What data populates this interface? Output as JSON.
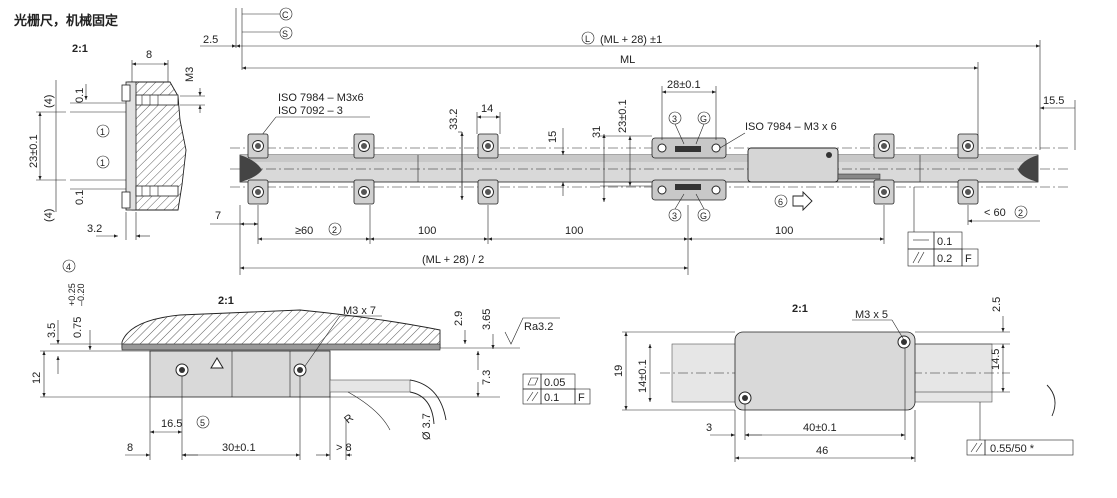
{
  "title": "光栅尺，机械固定",
  "dims": {
    "front_scale": "2:1",
    "f_8": "8",
    "f_m3": "M3",
    "f_4a": "(4)",
    "f_01a": "0.1",
    "f_23": "23±0.1",
    "f_01b": "0.1",
    "f_4b": "(4)",
    "f_32": "3.2",
    "c_25": "2.5",
    "c_total": "(ML + 28) ±1",
    "c_ml": "ML",
    "c_iso1": "ISO 7984 – M3x6",
    "c_iso2": "ISO 7092 – 3",
    "c_332": "33.2",
    "c_14": "14",
    "c_15": "15",
    "c_31": "31",
    "c_23b": "23±0.1",
    "c_28": "28±0.1",
    "c_iso3": "ISO 7984 – M3 x 6",
    "c_155": "15.5",
    "c_7": "7",
    "c_ge60": "≥60",
    "c_100a": "100",
    "c_100b": "100",
    "c_100c": "100",
    "c_half": "(ML + 28) / 2",
    "c_lt60": "< 60",
    "tol1_val": "0.1",
    "tol2_val": "0.2",
    "tol2_ref": "F",
    "b_scale": "2:1",
    "b_m3x7": "M3 x 7",
    "b_29": "2.9",
    "b_365": "3.65",
    "b_ra": "Ra3.2",
    "b_35": "3.5",
    "b_075": "0.75",
    "b_tolp": "+0.25",
    "b_tolm": "–0.20",
    "b_12": "12",
    "b_73": "7.3",
    "b_flat": "0.05",
    "b_par": "0.1",
    "b_par_ref": "F",
    "b_165": "16.5",
    "b_8": "8",
    "b_30": "30±0.1",
    "b_gt8": "> 8",
    "b_r": "R",
    "b_d37": "Ø 3.7",
    "r_scale": "2:1",
    "r_m3x5": "M3 x 5",
    "r_25": "2.5",
    "r_19": "19",
    "r_14": "14±0.1",
    "r_145": "14.5",
    "r_3": "3",
    "r_40": "40±0.1",
    "r_46": "46",
    "r_tol": "0.55/50 *"
  },
  "markers": {
    "c": "C",
    "s": "S",
    "l": "L",
    "m1": "1",
    "m2": "2",
    "m3": "3",
    "m4": "4",
    "m5": "5",
    "m6": "6",
    "g": "G"
  }
}
